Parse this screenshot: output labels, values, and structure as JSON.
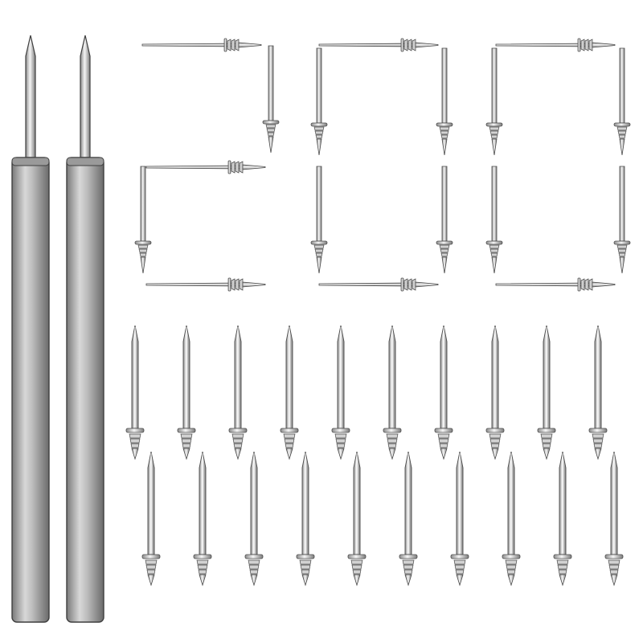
{
  "image": {
    "background": "#ffffff",
    "colors": {
      "metal_light": "#f4f4f4",
      "metal_mid": "#c9c9c9",
      "metal_dark": "#6f6f6f",
      "outline": "#3a3a3a"
    },
    "quantity_digits": [
      "2",
      "0",
      "0"
    ],
    "counts": {
      "setting_tools": 2,
      "pin_columns": 10,
      "pins_per_column": 2
    }
  }
}
